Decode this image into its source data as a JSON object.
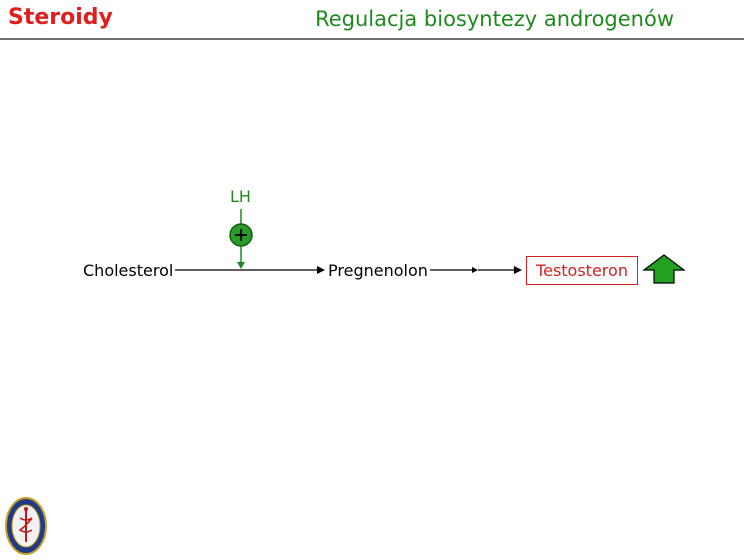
{
  "header": {
    "left_title": "Steroidy",
    "right_title": "Regulacja biosyntezy androgenów"
  },
  "diagram": {
    "regulator": {
      "label": "LH",
      "effect": "+"
    },
    "nodes": {
      "cholesterol": "Cholesterol",
      "pregnenolon": "Pregnenolon",
      "testosteron": "Testosteron"
    },
    "colors": {
      "title_red": "#e01e1e",
      "title_green": "#1e8a1e",
      "regulator_green": "#1e8a1e",
      "stimulation_fill": "#2a9a2a",
      "highlight_red": "#d42020",
      "up_arrow_fill": "#22a022"
    },
    "indicator": {
      "icon": "up-arrow-icon",
      "meaning": "increase"
    }
  },
  "logo": {
    "icon": "university-seal-icon"
  }
}
